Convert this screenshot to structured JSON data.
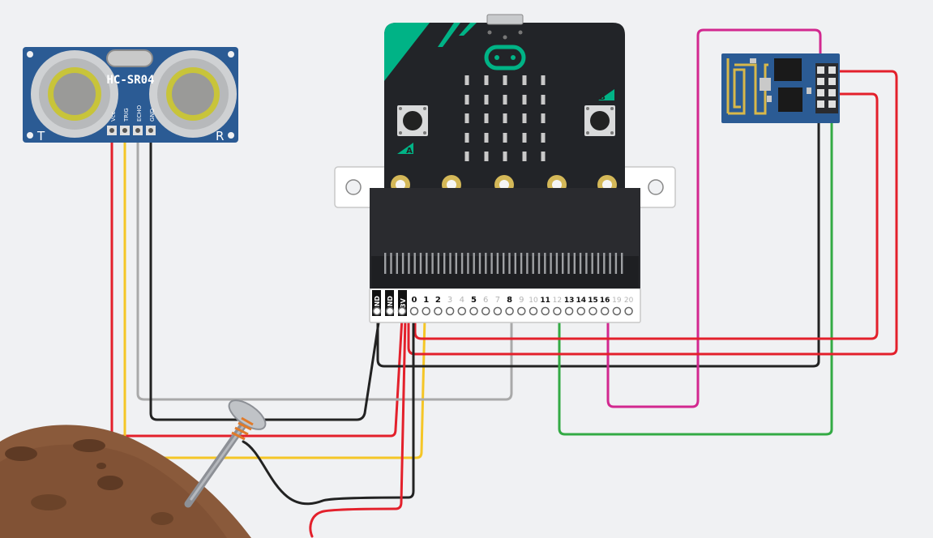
{
  "sensor": {
    "model": "HC-SR04",
    "left_letter": "T",
    "right_letter": "R",
    "pins": [
      "Vcc",
      "TRIG",
      "ECHO",
      "GND"
    ]
  },
  "microbit": {
    "button_a": "A",
    "button_b": "B",
    "gnd_labels": [
      "GND",
      "GND"
    ],
    "v_label": "3V",
    "pins": [
      {
        "label": "0",
        "bold": true
      },
      {
        "label": "1",
        "bold": true
      },
      {
        "label": "2",
        "bold": true
      },
      {
        "label": "3",
        "bold": false
      },
      {
        "label": "4",
        "bold": false
      },
      {
        "label": "5",
        "bold": true
      },
      {
        "label": "6",
        "bold": false
      },
      {
        "label": "7",
        "bold": false
      },
      {
        "label": "8",
        "bold": true
      },
      {
        "label": "9",
        "bold": false
      },
      {
        "label": "10",
        "bold": false
      },
      {
        "label": "11",
        "bold": true
      },
      {
        "label": "12",
        "bold": false
      },
      {
        "label": "13",
        "bold": true
      },
      {
        "label": "14",
        "bold": true
      },
      {
        "label": "15",
        "bold": true
      },
      {
        "label": "16",
        "bold": true
      },
      {
        "label": "19",
        "bold": false
      },
      {
        "label": "20",
        "bold": false
      }
    ]
  },
  "colors": {
    "background": "#f0f1f3",
    "wire_red": "#e3202b",
    "wire_yellow": "#f5c626",
    "wire_gray": "#a9a9a9",
    "wire_black": "#222222",
    "wire_green": "#33aa44",
    "wire_magenta": "#d2288f",
    "board_black": "#222428",
    "board_green": "#00b386",
    "module_blue": "#2b5b94",
    "soil_brown": "#8a5a3b"
  }
}
